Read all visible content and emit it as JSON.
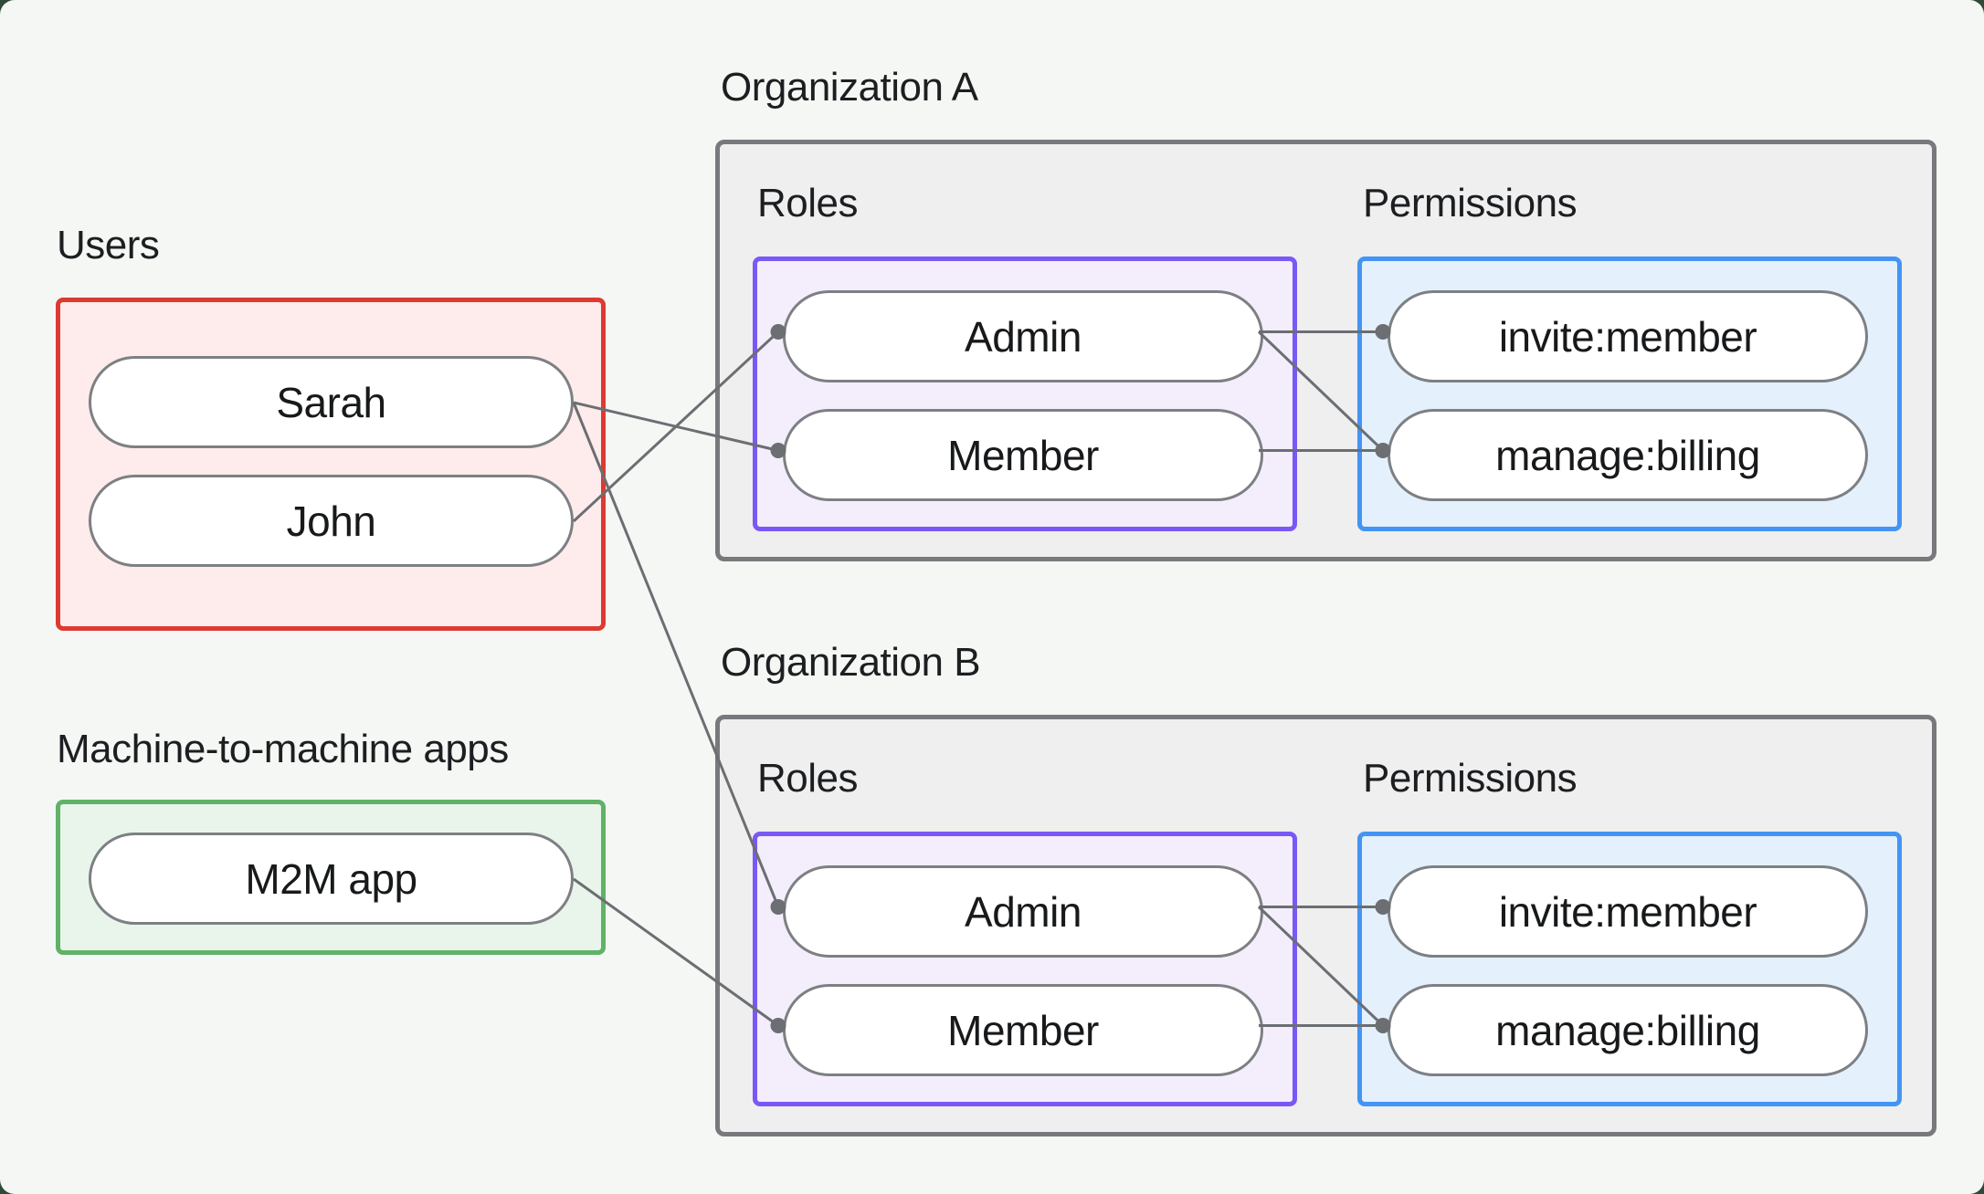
{
  "background": {
    "page": "#f5f7f4",
    "behind_rounded_corners": "#2f4a38"
  },
  "palette": {
    "connector_line": "#6b6e72",
    "connector_dot": "#6b6e72",
    "pill_border": "#7d8083",
    "pill_fill": "#ffffff",
    "text": "#1c1e21",
    "users_border": "#dc3b32",
    "users_fill": "#fdeceb",
    "m2m_border": "#5fb266",
    "m2m_fill": "#e9f5eb",
    "org_border": "#77797c",
    "org_fill": "#eeefee",
    "roles_border": "#7a58f6",
    "roles_fill": "#f4eefc",
    "permissions_border": "#4494f4",
    "permissions_fill": "#e4f0fc"
  },
  "users_group": {
    "label": "Users",
    "items": [
      {
        "id": "sarah",
        "label": "Sarah"
      },
      {
        "id": "john",
        "label": "John"
      }
    ]
  },
  "m2m_group": {
    "label": "Machine-to-machine apps",
    "items": [
      {
        "id": "m2m",
        "label": "M2M app"
      }
    ]
  },
  "orgs": [
    {
      "id": "orgA",
      "label": "Organization A",
      "roles_label": "Roles",
      "permissions_label": "Permissions",
      "roles": [
        {
          "id": "admin",
          "label": "Admin"
        },
        {
          "id": "member",
          "label": "Member"
        }
      ],
      "permissions": [
        {
          "id": "invite",
          "label": "invite:member"
        },
        {
          "id": "manage",
          "label": "manage:billing"
        }
      ]
    },
    {
      "id": "orgB",
      "label": "Organization B",
      "roles_label": "Roles",
      "permissions_label": "Permissions",
      "roles": [
        {
          "id": "admin",
          "label": "Admin"
        },
        {
          "id": "member",
          "label": "Member"
        }
      ],
      "permissions": [
        {
          "id": "invite",
          "label": "invite:member"
        },
        {
          "id": "manage",
          "label": "manage:billing"
        }
      ]
    }
  ],
  "connections": [
    {
      "from": "sarah",
      "to": "orgA.member"
    },
    {
      "from": "john",
      "to": "orgA.admin"
    },
    {
      "from": "sarah",
      "to": "orgB.admin"
    },
    {
      "from": "m2m",
      "to": "orgB.member"
    },
    {
      "from": "orgA.admin",
      "to": "orgA.invite"
    },
    {
      "from": "orgA.admin",
      "to": "orgA.manage"
    },
    {
      "from": "orgA.member",
      "to": "orgA.manage"
    },
    {
      "from": "orgB.admin",
      "to": "orgB.invite"
    },
    {
      "from": "orgB.admin",
      "to": "orgB.manage"
    },
    {
      "from": "orgB.member",
      "to": "orgB.manage"
    }
  ]
}
